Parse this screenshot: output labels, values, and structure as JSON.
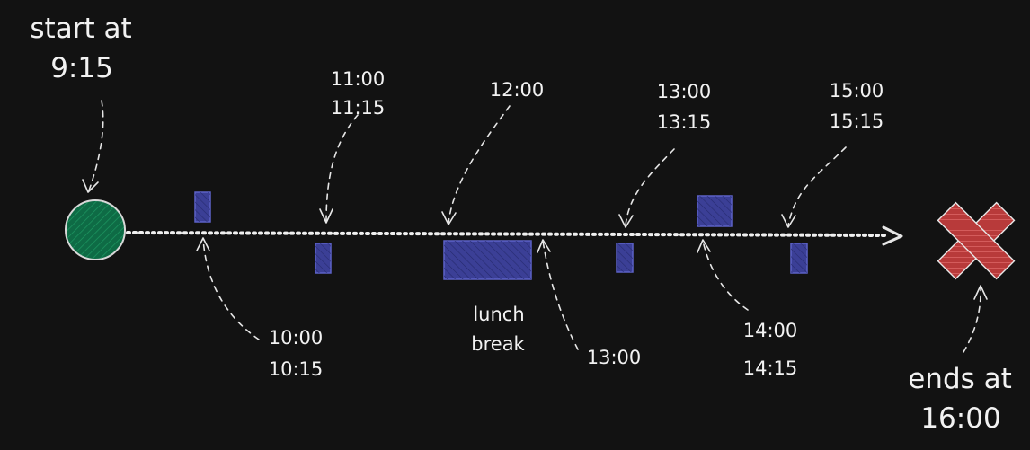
{
  "start": {
    "line1": "start at",
    "line2": "9:15",
    "color": "#0e6b45"
  },
  "end": {
    "line1": "ends at",
    "line2": "16:00",
    "color": "#b83a3a"
  },
  "block_color": "#3b3f96",
  "labels_above": [
    {
      "id": "b2",
      "line1": "11:00",
      "line2": "11:15"
    },
    {
      "id": "lunch-start",
      "line1": "12:00",
      "line2": ""
    },
    {
      "id": "b3",
      "line1": "13:00",
      "line2": "13:15"
    },
    {
      "id": "b5",
      "line1": "15:00",
      "line2": "15:15"
    }
  ],
  "labels_below": [
    {
      "id": "b1",
      "line1": "10:00",
      "line2": "10:15"
    },
    {
      "id": "lunch-end",
      "line1": "13:00",
      "line2": ""
    },
    {
      "id": "b4",
      "line1": "14:00",
      "line2": "14:15"
    }
  ],
  "lunch": {
    "line1": "lunch",
    "line2": "break"
  }
}
